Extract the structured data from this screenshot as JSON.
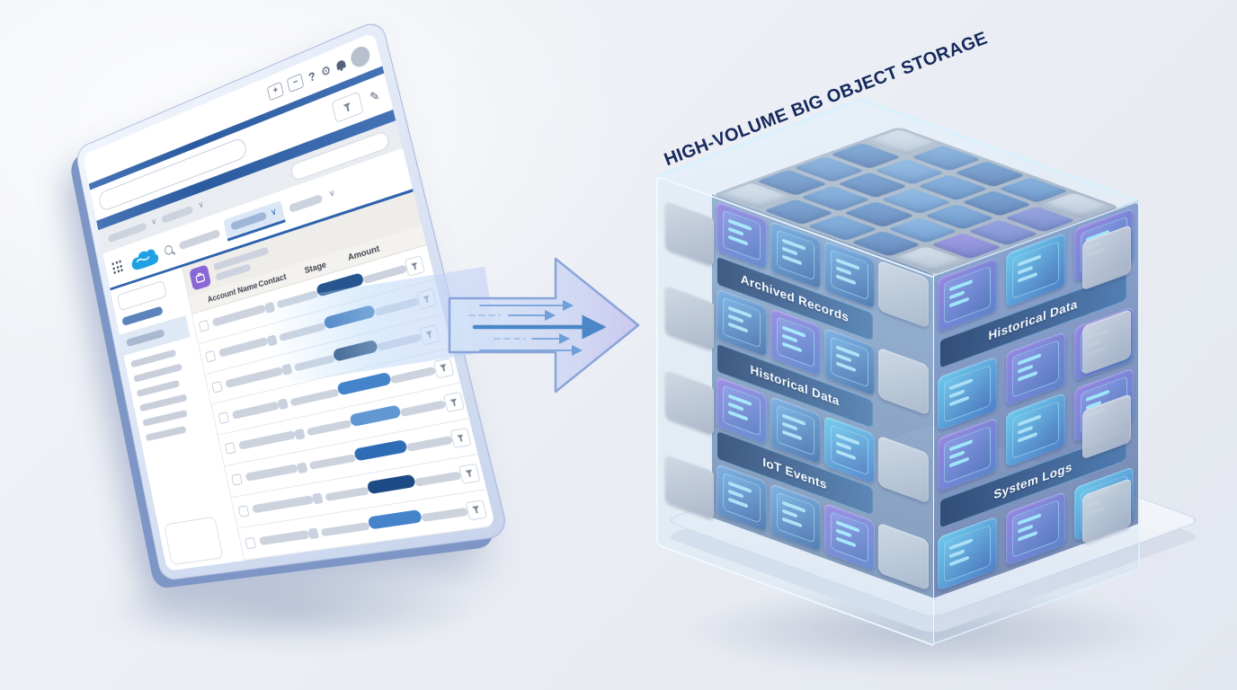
{
  "colors": {
    "bg": "#edf0f5",
    "nav": "#2e62ad",
    "brand": "#1ea1e3",
    "purple": "#8a67d6",
    "pill": "#ccd3de",
    "title": "#16295c",
    "bezel_edge": "#7e96c6",
    "arrow_stroke": "#8aa4da",
    "arrow_fill_a": "#d3e4f8",
    "arrow_fill_b": "#cbc9f2",
    "glass": "rgba(203,230,251,0.22)",
    "glass_edge": "rgba(240,251,255,0.95)",
    "base_top": "#f3f5f9",
    "base_side": "#d7dde9",
    "banner_a": "rgba(16,42,88,0.92)",
    "banner_b": "rgba(47,100,160,0.8)",
    "tile_blue_a": "#6ba3dc",
    "tile_blue_b": "#33619f",
    "tile_violet_a": "#8f77dd",
    "tile_violet_b": "#4a74c2",
    "card_line": "#aee6f9"
  },
  "icons": {
    "plus": "+",
    "minus": "−",
    "help": "?",
    "gear": "⚙",
    "chevron": "∨",
    "pencil": "✎"
  },
  "screen": {
    "table": {
      "headers": [
        "Account Name",
        "Contact",
        "Stage",
        "Amount"
      ],
      "row_count": 8,
      "stage_colors": [
        "#27558f",
        "#2f6cb6",
        "#153a6e",
        "#4584ca",
        "#6198d4",
        "#2f6cb6",
        "#1c4a85",
        "#4584ca"
      ],
      "stage_widths": [
        54,
        58,
        50,
        60,
        56,
        58,
        52,
        58
      ],
      "account_widths": [
        70,
        64,
        74,
        60,
        72,
        66,
        76,
        62
      ],
      "contact_widths": [
        50,
        56,
        48,
        58,
        52,
        54,
        50,
        56
      ],
      "amount_width": 48
    },
    "sidebar": {
      "line_widths": [
        66,
        70,
        62,
        68,
        64,
        58
      ]
    }
  },
  "cube": {
    "title": "HIGH-VOLUME BIG OBJECT STORAGE",
    "top_cells": [
      "g",
      "b1",
      "b2",
      "b1",
      "g",
      "b2",
      "b3",
      "b1",
      "b2",
      "p1",
      "b1",
      "b2",
      "b3",
      "b1",
      "p1",
      "b2",
      "b1",
      "b2",
      "b3",
      "p2",
      "g",
      "b2",
      "b1",
      "b2",
      "g"
    ],
    "left_sections": [
      {
        "type": "tiles",
        "variants": [
          "violet",
          "blue",
          "blue",
          "gray"
        ]
      },
      {
        "type": "banner",
        "label": "Archived Records"
      },
      {
        "type": "tiles",
        "variants": [
          "blue",
          "violet",
          "blue",
          "gray"
        ]
      },
      {
        "type": "banner",
        "label": "Historical Data"
      },
      {
        "type": "tiles",
        "variants": [
          "violet",
          "blue",
          "bright",
          "gray"
        ]
      },
      {
        "type": "banner",
        "label": "IoT Events"
      },
      {
        "type": "tiles",
        "variants": [
          "blue",
          "blue",
          "violet",
          "gray"
        ]
      }
    ],
    "right_sections": [
      {
        "type": "tiles",
        "variants": [
          "violet",
          "bright",
          "violet"
        ]
      },
      {
        "type": "banner",
        "label": "Historical Data"
      },
      {
        "type": "tiles",
        "variants": [
          "bright",
          "violet",
          "violet"
        ]
      },
      {
        "type": "tiles",
        "variants": [
          "violet",
          "bright",
          "violet"
        ]
      },
      {
        "type": "banner",
        "label": "System Logs"
      },
      {
        "type": "tiles",
        "variants": [
          "bright",
          "violet",
          "bright"
        ]
      }
    ]
  }
}
